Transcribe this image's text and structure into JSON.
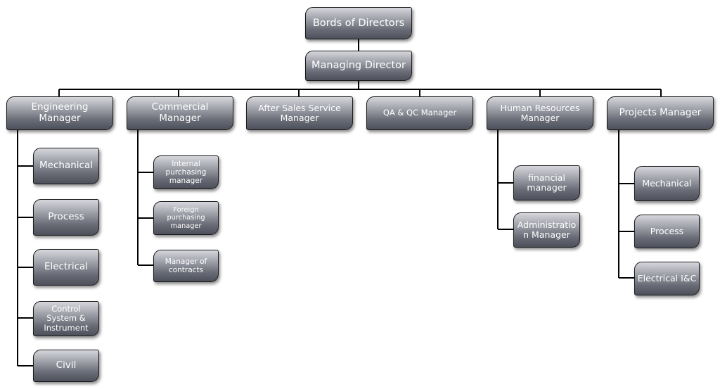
{
  "colors": {
    "box_top": "#d6d7dc",
    "box_bottom": "#4d505a",
    "box_border": "#1a1a1a",
    "text": "#ffffff",
    "connector": "#000000"
  },
  "top": {
    "board": "Bords of Directors",
    "managing": "Managing Director"
  },
  "managers": {
    "engineering": "Engineering Manager",
    "commercial": "Commercial Manager",
    "after_sales": "After Sales Service Manager",
    "qa_qc": "QA & QC Manager",
    "hr": "Human Resources Manager",
    "projects": "Projects Manager"
  },
  "engineering_units": {
    "mechanical": "Mechanical",
    "process": "Process",
    "electrical": "Electrical",
    "control": "Control System & Instrument",
    "civil": "Civil"
  },
  "commercial_units": {
    "internal": "Internal purchasing manager",
    "foreign": "Foreign purchasing manager",
    "contracts": "Manager of contracts"
  },
  "hr_units": {
    "financial": "financial manager",
    "administration": "Administratio n Manager"
  },
  "projects_units": {
    "mechanical": "Mechanical",
    "process": "Process",
    "electrical": "Electrical I&C"
  }
}
